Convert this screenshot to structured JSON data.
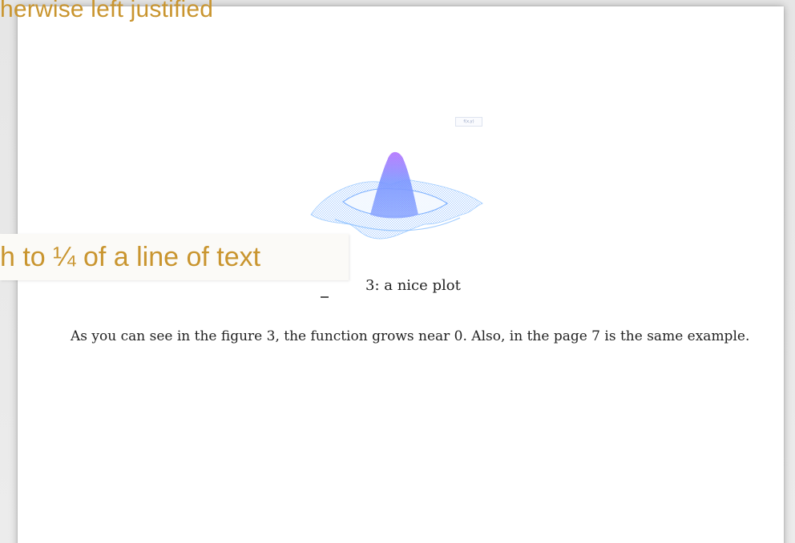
{
  "document": {
    "overlay_top_text": "herwise left justified",
    "overlay_mid_text": "h to ¼ of a line of text",
    "figure_caption": "3: a nice plot",
    "paragraph": "As you can see in the figure 3, the function grows near 0. Also, in the page 7 is the same example.",
    "legend_text": "f(x,y)"
  },
  "colors": {
    "overlay_text": "#c9952f",
    "plot_low": "#8ec3ff",
    "plot_high": "#c86bff",
    "text": "#222222"
  }
}
